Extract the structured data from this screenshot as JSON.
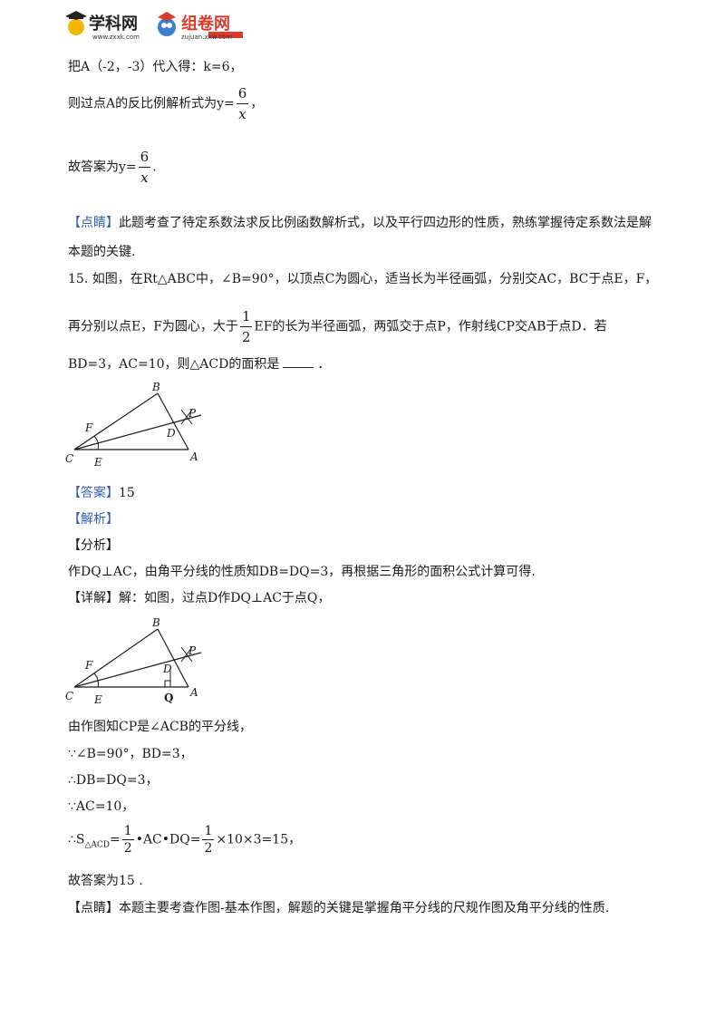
{
  "header": {
    "logo1_text": "学科网",
    "logo1_sub": "www.zxxk.com",
    "logo2_text": "组卷网",
    "logo2_sub": "zujuan.xkw.com"
  },
  "lines": {
    "l1": "把A（-2，-3）代入得：k=6，",
    "l2_pre": "则过点A的反比例解析式为y=",
    "l2_num": "6",
    "l2_den": "x",
    "l2_post": "，",
    "l3_pre": "故答案为y=",
    "l3_num": "6",
    "l3_den": "x",
    "l3_post": ".",
    "l4_tag": "【点睛】",
    "l4_text": "此题考查了待定系数法求反比例函数解析式，以及平行四边形的性质，熟练掌握待定系数法是解",
    "l5": "本题的关键.",
    "q15": "15. 如图，在Rt△ABC中，∠B=90°，以顶点C为圆心，适当长为半径画弧，分别交AC，BC于点E，F，",
    "q15b_pre": "再分别以点E，F为圆心，大于",
    "q15b_num": "1",
    "q15b_den": "2",
    "q15b_post": "EF的长为半径画弧，两弧交于点P，作射线CP交AB于点D．若",
    "q15c_pre": "BD=3，AC=10，则△ACD的面积是",
    "q15c_post": "．",
    "answer_tag": "【答案】",
    "answer_val": "15",
    "analysis_tag": "【解析】",
    "fenxi": "【分析】",
    "fenxi_text": "作DQ⊥AC，由角平分线的性质知DB=DQ=3，再根据三角形的面积公式计算可得.",
    "detail_tag": "【详解】",
    "detail_text": "解：如图，过点D作DQ⊥AC于点Q，",
    "s1": "由作图知CP是∠ACB的平分线，",
    "s2": "∵∠B=90°，BD=3，",
    "s3": "∴DB=DQ=3，",
    "s4": "∵AC=10，",
    "s5_pre": "∴S",
    "s5_sub": "△ACD",
    "s5_eq": "=",
    "s5_n1": "1",
    "s5_d1": "2",
    "s5_mid": "•AC•DQ=",
    "s5_n2": "1",
    "s5_d2": "2",
    "s5_post": "×10×3=15，",
    "s6": "故答案为15 .",
    "final_tag": "【点睛】",
    "final_text": "本题主要考查作图-基本作图，解题的关键是掌握角平分线的尺规作图及角平分线的性质."
  },
  "figure1": {
    "labels": {
      "B": "B",
      "P": "P",
      "F": "F",
      "D": "D",
      "C": "C",
      "E": "E",
      "A": "A"
    }
  },
  "figure2": {
    "labels": {
      "B": "B",
      "P": "P",
      "F": "F",
      "D": "D",
      "C": "C",
      "E": "E",
      "Q": "Q",
      "A": "A"
    }
  }
}
